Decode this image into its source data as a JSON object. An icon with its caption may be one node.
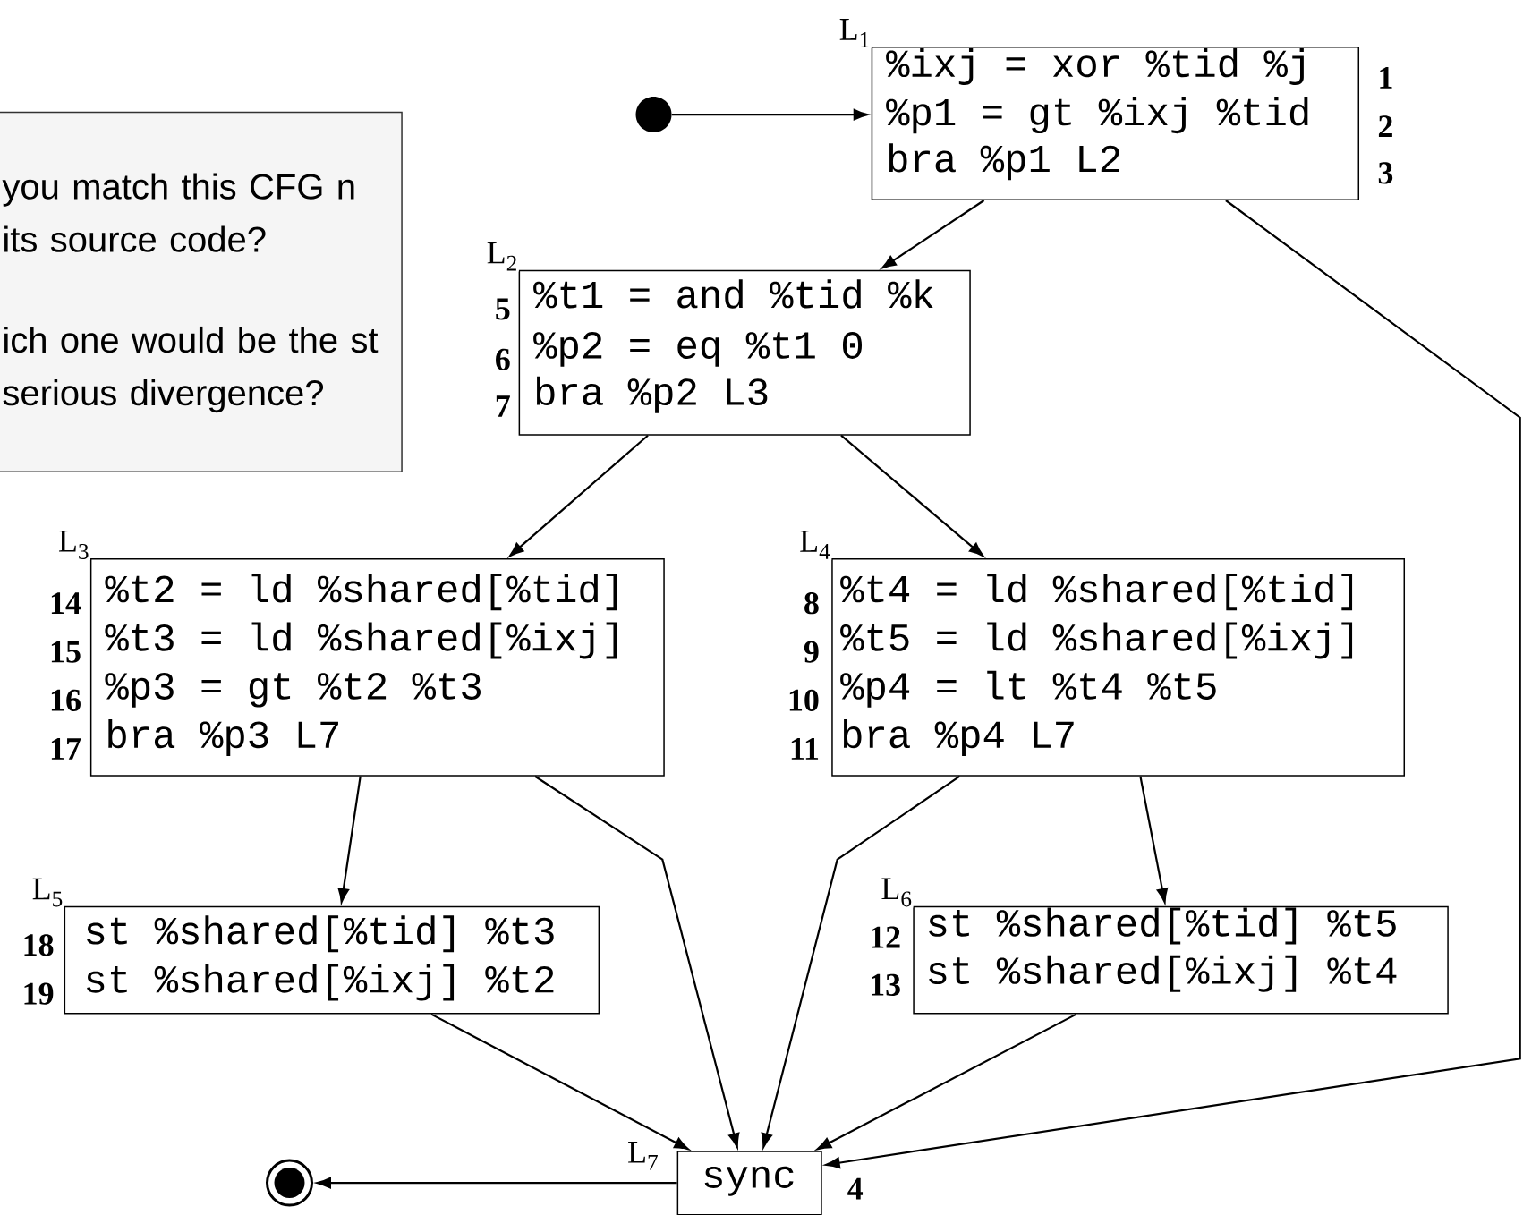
{
  "diagram": {
    "nodes": [
      {
        "text": [
          "you match this CFG n its source code?",
          "ich one would be the st serious divergence?"
        ]
      },
      {
        "text": [],
        "shape": "circle"
      },
      {
        "text": [
          "L$_{1}$",
          "%ixj = xor %tid %j",
          "%p1 = gt %ixj %tid",
          "bra %p1 L2"
        ],
        "beside": [
          "1",
          "2",
          "3"
        ]
      },
      {
        "text": [
          "L$_{2}$",
          "%t1 = and %tid %k",
          "%p2 = eq %t1 0",
          "bra %p2 L3"
        ],
        "beside": [
          "5",
          "6",
          "7"
        ]
      },
      {
        "text": [
          "L$_{3}$",
          "%t2 = ld %shared[%tid]",
          "%t3 = ld %shared[%ixj]",
          "%p3 = gt %t2 %t3",
          "bra %p3 L7"
        ],
        "beside": [
          "14",
          "15",
          "16",
          "17"
        ]
      },
      {
        "text": [
          "L$_{4}$",
          "%t4 = ld %shared[%tid]",
          "%t5 = ld %shared[%ixj]",
          "%p4 = lt %t4 %t5",
          "bra %p4 L7"
        ],
        "beside": [
          "8",
          "9",
          "10",
          "11"
        ]
      },
      {
        "text": [
          "L$_{5}$",
          "st %shared[%tid] %t3",
          "st %shared[%ixj] %t2"
        ],
        "beside": [
          "18",
          "19"
        ]
      },
      {
        "text": [
          "L$_{6}$",
          "st %shared[%tid] %t5",
          "st %shared[%ixj] %t4"
        ],
        "beside": [
          "12",
          "13"
        ]
      },
      {
        "text": [
          "L$_{7}$",
          "sync"
        ],
        "beside": [
          "4"
        ]
      },
      {
        "text": [],
        "shape": "circle"
      }
    ],
    "edges": [
      {
        "from": 1,
        "to": 2,
        "arrow": "to"
      },
      {
        "from": 2,
        "to": 3,
        "arrow": "to"
      },
      {
        "from": 2,
        "to": 8,
        "arrow": "to"
      },
      {
        "from": 3,
        "to": 4,
        "arrow": "to"
      },
      {
        "from": 3,
        "to": 5,
        "arrow": "to"
      },
      {
        "from": 4,
        "to": 6,
        "arrow": "to"
      },
      {
        "from": 4,
        "to": 8,
        "arrow": "to"
      },
      {
        "from": 5,
        "to": 8,
        "arrow": "to"
      },
      {
        "from": 5,
        "to": 7,
        "arrow": "to"
      },
      {
        "from": 6,
        "to": 8,
        "arrow": "to"
      },
      {
        "from": 7,
        "to": 8,
        "arrow": "to"
      },
      {
        "from": 8,
        "to": 9,
        "arrow": "to"
      }
    ]
  }
}
